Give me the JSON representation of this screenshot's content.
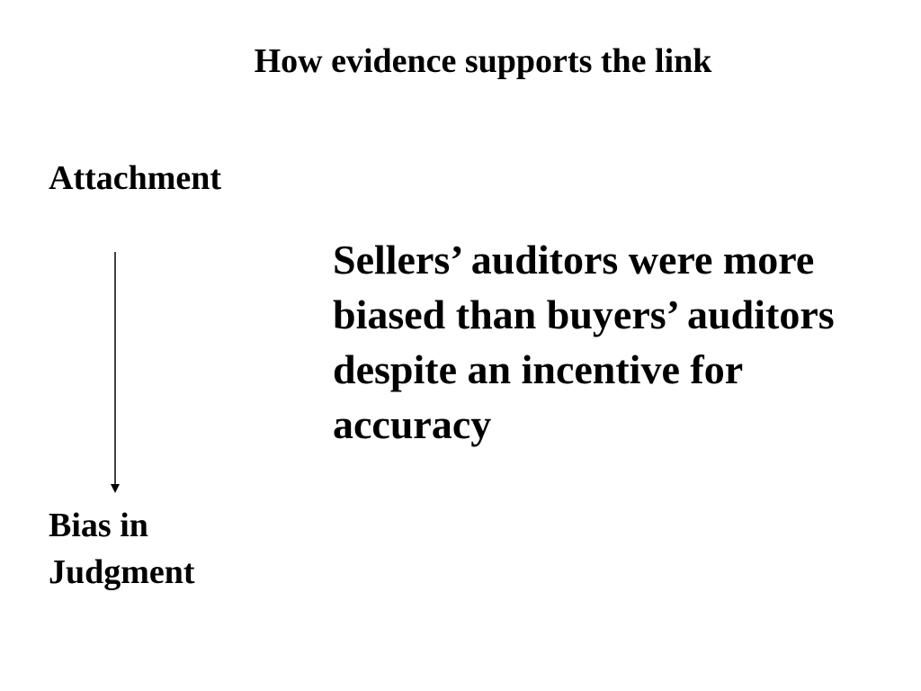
{
  "slide": {
    "title": "How evidence supports the link",
    "cause_label": "Attachment",
    "effect_label_line1": "Bias in",
    "effect_label_line2": "Judgment",
    "evidence_line1": "Sellers’ auditors were more",
    "evidence_line2": "biased than buyers’ auditors",
    "evidence_line3": "despite an incentive for",
    "evidence_line4": "accuracy"
  },
  "colors": {
    "text": "#000000",
    "background": "#ffffff"
  }
}
